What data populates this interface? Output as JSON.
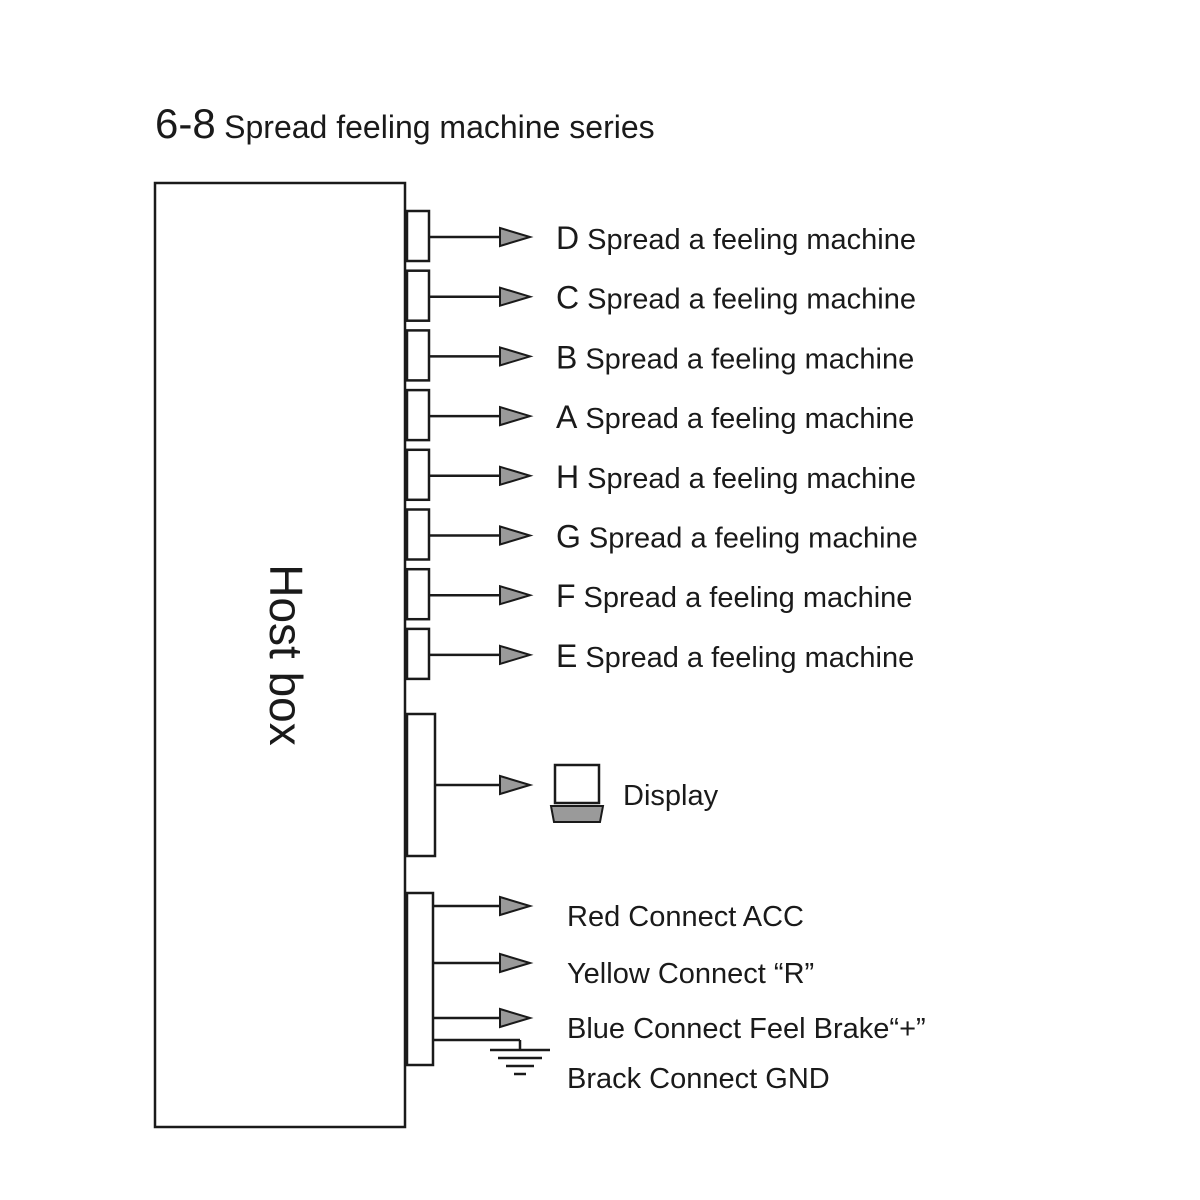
{
  "title": {
    "prefix": "6-8",
    "text": "Spread feeling machine series"
  },
  "host_box": {
    "label": "Host box"
  },
  "machine_outputs": [
    {
      "letter": "D",
      "label": "Spread a feeling machine"
    },
    {
      "letter": "C",
      "label": "Spread a feeling machine"
    },
    {
      "letter": "B",
      "label": "Spread a feeling machine"
    },
    {
      "letter": "A",
      "label": "Spread a feeling machine"
    },
    {
      "letter": "H",
      "label": "Spread a feeling machine"
    },
    {
      "letter": "G",
      "label": "Spread a feeling machine"
    },
    {
      "letter": "F",
      "label": "Spread a feeling machine"
    },
    {
      "letter": "E",
      "label": "Spread a feeling machine"
    }
  ],
  "display": {
    "icon": "monitor-icon",
    "label": "Display"
  },
  "wires": [
    {
      "text": "Red Connect ",
      "suffix": "ACC"
    },
    {
      "text": "Yellow  Connect  ",
      "suffix": "“R”"
    },
    {
      "text": "Blue  Connect Feel Brake",
      "suffix": "“+”"
    },
    {
      "text": "Brack Connect GND",
      "suffix": ""
    }
  ],
  "ground": {
    "icon": "ground-symbol-icon"
  }
}
